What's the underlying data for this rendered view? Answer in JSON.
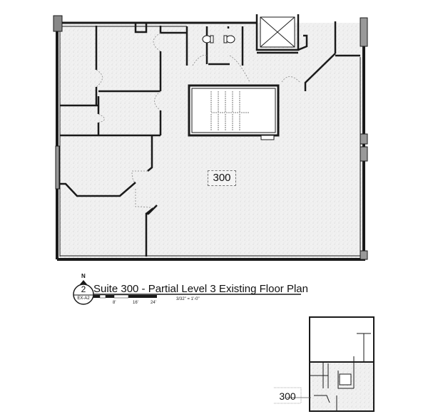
{
  "plan": {
    "room_label": "300",
    "title": "Suite 300 - Partial Level 3 Existing Floor Plan",
    "detail_number": "2",
    "sheet_ref": "EX-A2",
    "north_label": "N",
    "scale_note": "3/32\" = 1'-0\"",
    "scale_ticks": [
      "8'",
      "16'",
      "24'"
    ]
  },
  "key_plan": {
    "room_label": "300"
  },
  "colors": {
    "wall": "#1a1a1a",
    "floor_fill": "#eeeeee",
    "background": "#ffffff",
    "door_swing": "#888888"
  }
}
